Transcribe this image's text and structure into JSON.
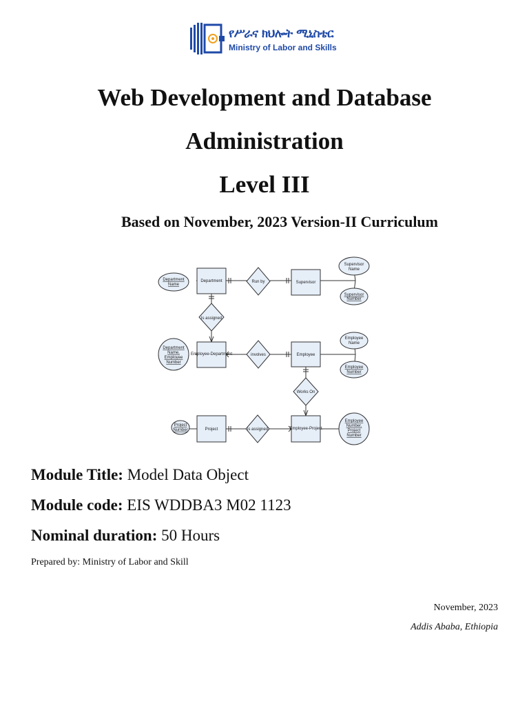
{
  "logo": {
    "amharic_name": "የሥራና ክህሎት ሚኒስቴር",
    "english_name": "Ministry of Labor and Skills",
    "icon": "ministry-emblem-icon",
    "brand_color": "#1f4aa8"
  },
  "title": {
    "line1": "Web Development and Database",
    "line2": "Administration",
    "line3": "Level III"
  },
  "subtitle": "Based on November, 2023 Version-II Curriculum",
  "er_diagram": {
    "entities": [
      "Department",
      "Supervisor",
      "Employee-Department",
      "Employee",
      "Project",
      "Employee-Project"
    ],
    "relationships": [
      "Run by",
      "Is assigned",
      "involves",
      "Works On",
      "is assigned"
    ],
    "attributes": {
      "department_name": [
        "Department",
        "Name"
      ],
      "supervisor_name": [
        "Supervisor",
        "Name"
      ],
      "supervisor_number": [
        "Supervisor",
        "Number"
      ],
      "dept_emp_key": [
        "Department",
        "Name,",
        "Employee",
        "Number"
      ],
      "employee_name": [
        "Employee",
        "Name"
      ],
      "employee_number": [
        "Employee",
        "Number"
      ],
      "project_number": [
        "Project",
        "Number"
      ],
      "emp_proj_key": [
        "Employee",
        "Number,",
        "Project",
        "Number"
      ]
    }
  },
  "module": {
    "title_label": "Module Title:",
    "title_value": "Model Data Object",
    "code_label": "Module code:",
    "code_value": "EIS WDDBA3 M02 1123",
    "duration_label": "Nominal duration:",
    "duration_value": "50 Hours"
  },
  "prepared_by": "Prepared by: Ministry of Labor and Skill",
  "date": "November, 2023",
  "place": "Addis Ababa, Ethiopia"
}
